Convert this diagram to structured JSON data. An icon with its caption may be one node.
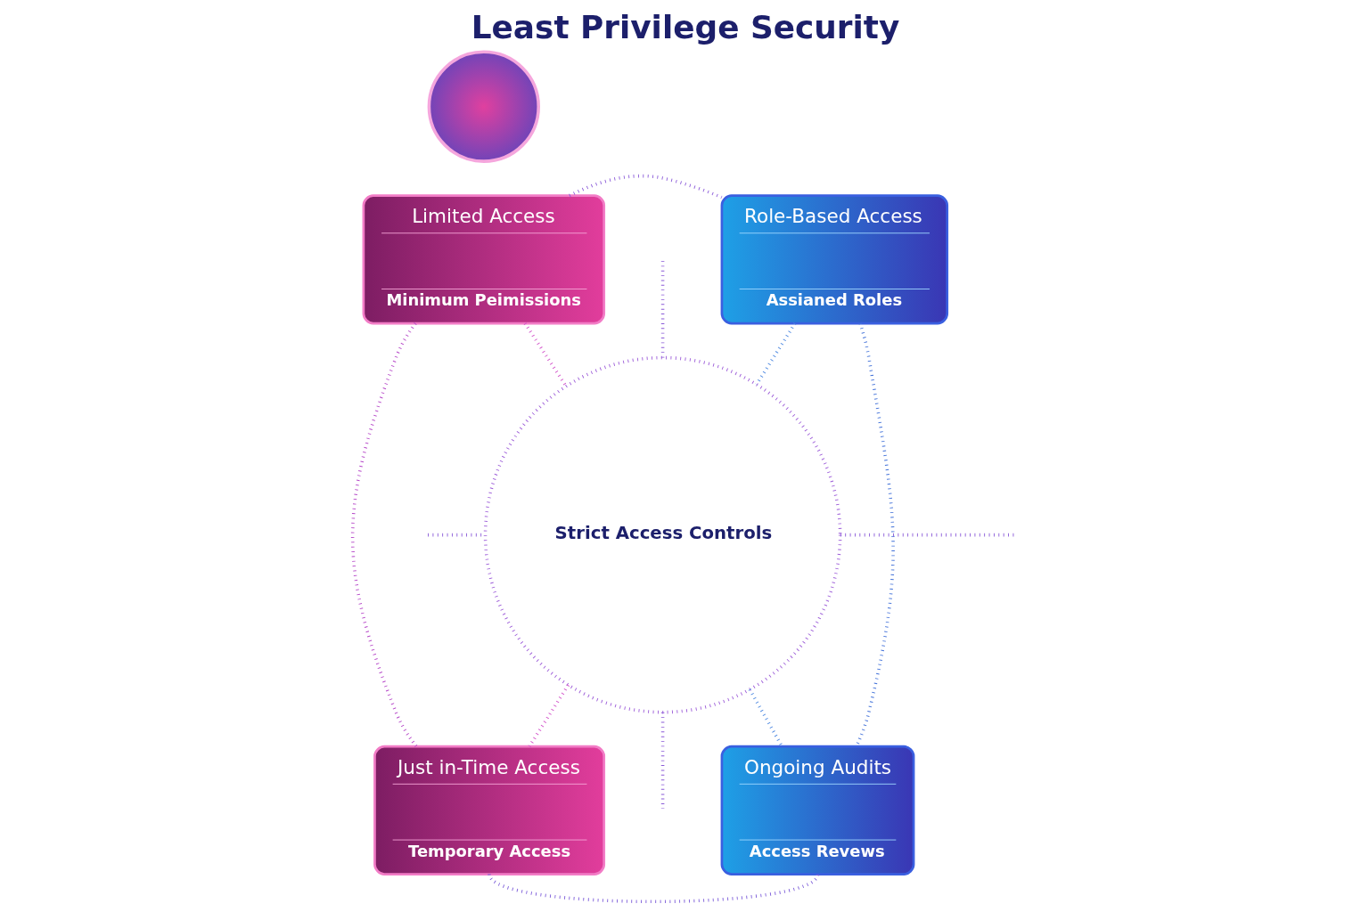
{
  "diagram": {
    "title": "Least Privilege Security",
    "nodes": [
      {
        "text": [],
        "shape": "circle"
      },
      {
        "text": [
          "Limited Access",
          "Minimum Peimissions"
        ]
      },
      {
        "text": [
          "Role-Based Access",
          "Assianed Roles"
        ]
      },
      {
        "text": [
          "Strict Access Controls"
        ]
      },
      {
        "text": [
          "Just in-Time Access",
          "Temporary Access"
        ]
      },
      {
        "text": [
          "Ongoing Audits",
          "Access Revews"
        ]
      }
    ],
    "edges": [
      {
        "from": 1,
        "to": 2,
        "arrow": "none",
        "color": "#8a5ad8"
      },
      {
        "from": 1,
        "to": 3,
        "arrow": "none",
        "color": "#d24fc9"
      },
      {
        "from": 2,
        "to": 3,
        "arrow": "none",
        "color": "#4a86e0"
      },
      {
        "from": 1,
        "to": 4,
        "arrow": "none",
        "color": "#b546c8"
      },
      {
        "from": 2,
        "to": 5,
        "arrow": "none",
        "color": "#3f6fd8"
      },
      {
        "from": 3,
        "to": 4,
        "arrow": "none",
        "color": "#d24fc9"
      },
      {
        "from": 3,
        "to": 5,
        "arrow": "none",
        "color": "#4a86e0"
      },
      {
        "from": 4,
        "to": 5,
        "arrow": "none",
        "color": "#7a5ad8"
      },
      {
        "from": null,
        "to": 3,
        "arrow": "none",
        "color": "#8a5ad8"
      },
      {
        "from": null,
        "to": 3,
        "arrow": "none",
        "color": "#8a5ad8"
      },
      {
        "from": 3,
        "to": null,
        "arrow": "none",
        "color": "#8a5ad8"
      },
      {
        "from": 3,
        "to": null,
        "arrow": "none",
        "color": "#8a5ad8"
      }
    ]
  }
}
